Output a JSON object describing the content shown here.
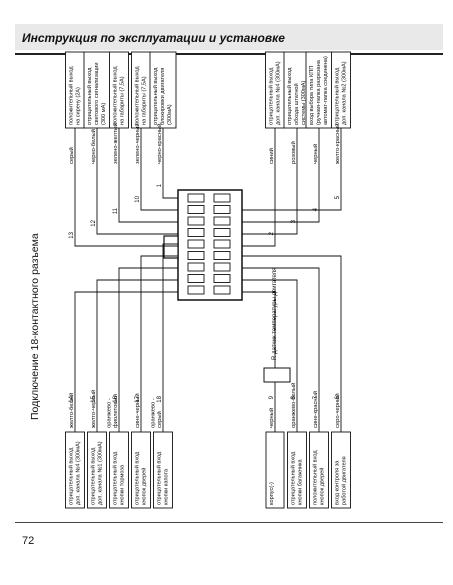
{
  "header": {
    "title": "Инструкция по эксплуатации и установке"
  },
  "page_number": "72",
  "diagram": {
    "title": "Подключение 18-контактного разъема",
    "sensor_label": "R датчик температуры двигателя",
    "top_left_wires": [
      {
        "pin": "14",
        "wire": "желто-белый",
        "desc": [
          "отрицательный выход",
          "доп. канала №4 (300мА)"
        ]
      },
      {
        "pin": "15",
        "wire": "желто-черный",
        "desc": [
          "отрицательный выход",
          "доп. канала №1 (300мА)"
        ]
      },
      {
        "pin": "16",
        "wire": [
          "оранжево -",
          "фиолетовый"
        ],
        "desc": [
          "отрицательный вход",
          "кнопки тормоза"
        ]
      },
      {
        "pin": "17",
        "wire": "сине-черный",
        "desc": [
          "отрицательный вход",
          "кнопок дверей"
        ]
      },
      {
        "pin": "18",
        "wire": [
          "оранжево -",
          "серый"
        ],
        "desc": [
          "отрицательный вход",
          "кнопки капота"
        ]
      }
    ],
    "bottom_left_wires": [
      {
        "pin": "9",
        "wire": "черный",
        "desc": [
          "корпус(-)"
        ]
      },
      {
        "pin": "8",
        "wire": "оранжево-белый",
        "desc": [
          "отрицательный вход",
          "кнопки багажника"
        ]
      },
      {
        "pin": "7",
        "wire": "сине-красный",
        "desc": [
          "положительный вход",
          "кнопок дверей"
        ]
      },
      {
        "pin": "6",
        "wire": "серо-черный",
        "desc": [
          "вход контроля за",
          "работой двигателя"
        ]
      }
    ],
    "top_right_wires": [
      {
        "pin": "13",
        "wire": "серый",
        "desc": [
          "положительный выход",
          "на сирену (2А)"
        ]
      },
      {
        "pin": "12",
        "wire": "черно-белый",
        "desc": [
          "отрицательный выход",
          "светового сигнализации",
          "(300 мА)"
        ]
      },
      {
        "pin": "11",
        "wire": "зелено-желтый",
        "desc": [
          "положительный выход",
          "на габариты (7,5А)"
        ]
      },
      {
        "pin": "10",
        "wire": "зелено-черный",
        "desc": [
          "положительный выход",
          "на габариты (7,5А)"
        ]
      },
      {
        "pin": "1",
        "wire": "черно-красный",
        "desc": [
          "отрицательный выход",
          "блокировки двигателя",
          "(300мА)"
        ]
      }
    ],
    "bottom_right_wires": [
      {
        "pin": "2",
        "wire": "синий",
        "desc": [
          "отрицательный выход",
          "доп. канала №4 (300мА)"
        ]
      },
      {
        "pin": "3",
        "wire": "розовый",
        "desc": [
          "отрицательный выход",
          "обхода штатной",
          "системы (300мА)"
        ]
      },
      {
        "pin": "4",
        "wire": "черный",
        "desc": [
          "вход выбора типа КПП",
          "(ручная-папка разрезана",
          "автомат-папка соединена)"
        ]
      },
      {
        "pin": "5",
        "wire": "желто-красный",
        "desc": [
          "отрицательный выход",
          "доп. канала №2 (300мА)"
        ]
      }
    ]
  }
}
